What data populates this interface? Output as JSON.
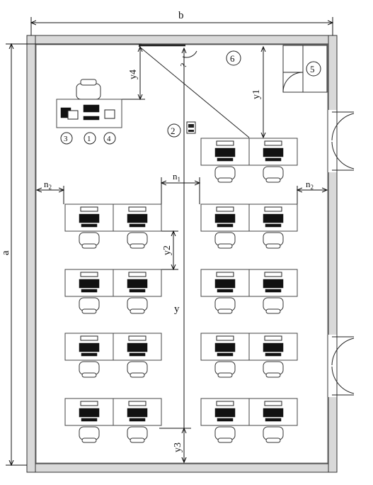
{
  "plan": {
    "dimensions": {
      "b": "b",
      "a": "a",
      "y": "y",
      "y1": "y1",
      "y2": "y2",
      "y3": "y3",
      "y4": "y4",
      "n1": "n",
      "n1_sub": "1",
      "n2": "n",
      "n2_sub": "2",
      "angle": "?"
    },
    "markers": {
      "m1": "1",
      "m2": "2",
      "m3": "3",
      "m4": "4",
      "m5": "5",
      "m6": "6"
    }
  }
}
